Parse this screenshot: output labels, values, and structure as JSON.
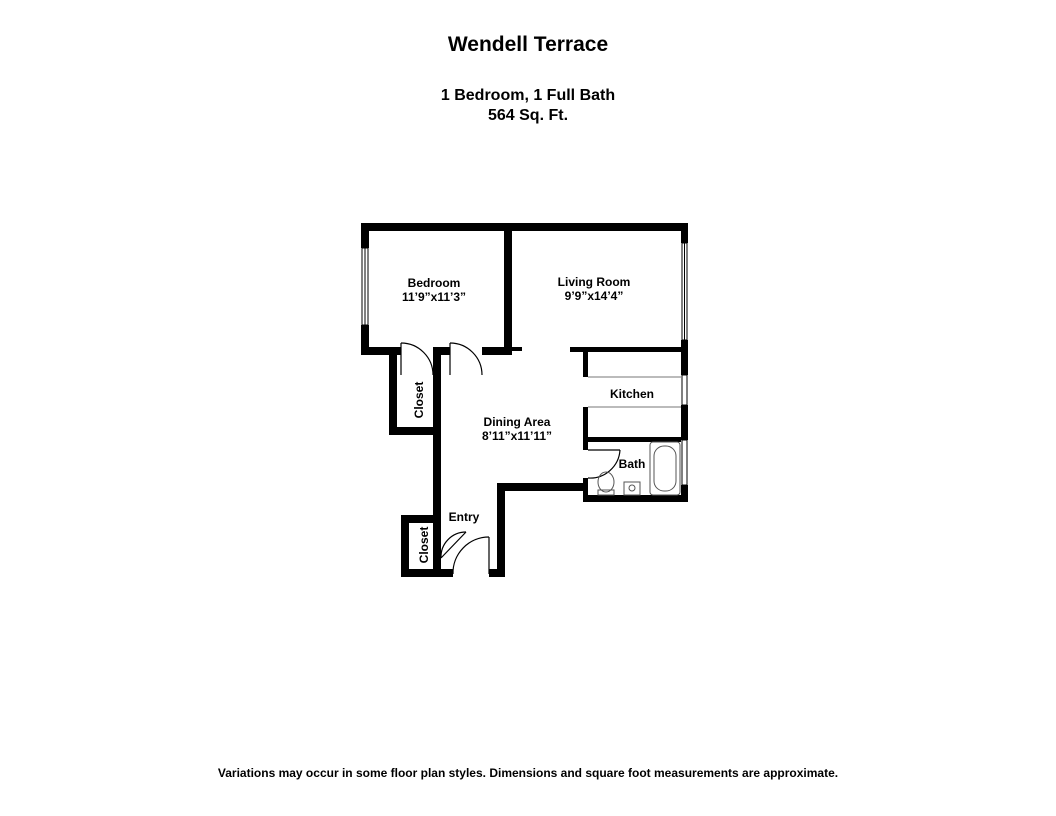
{
  "header": {
    "title": "Wendell Terrace",
    "layout": "1 Bedroom, 1 Full Bath",
    "area": "564 Sq. Ft."
  },
  "rooms": {
    "bedroom": {
      "name": "Bedroom",
      "dims": "11’9”x11’3”"
    },
    "living_room": {
      "name": "Living Room",
      "dims": "9’9”x14’4”"
    },
    "kitchen": {
      "name": "Kitchen"
    },
    "dining_area": {
      "name": "Dining Area",
      "dims": "8’11”x11’11”"
    },
    "bath": {
      "name": "Bath"
    },
    "entry": {
      "name": "Entry"
    },
    "closet_bedroom": {
      "name": "Closet"
    },
    "closet_entry": {
      "name": "Closet"
    }
  },
  "footer": {
    "disclaimer": "Variations may occur in some floor plan styles. Dimensions and square foot measurements are approximate."
  },
  "colors": {
    "wall": "#000000",
    "background": "#ffffff",
    "fixture_stroke": "#555555"
  }
}
